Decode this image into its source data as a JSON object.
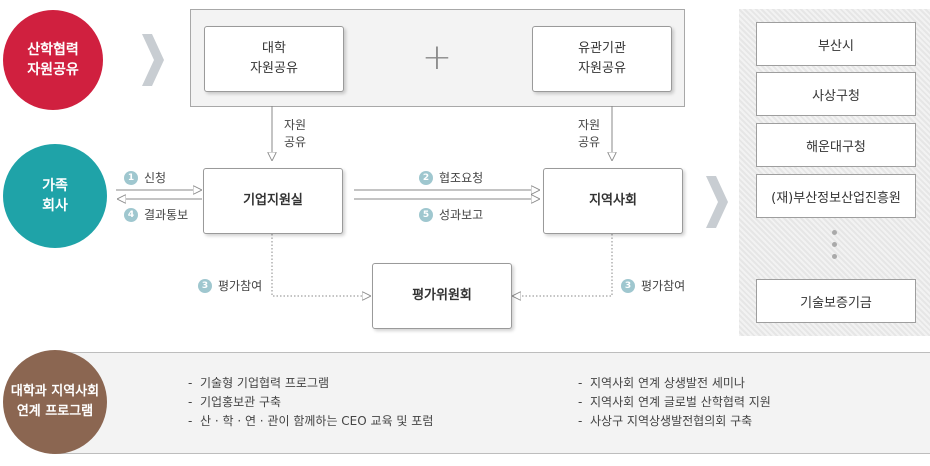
{
  "left_circles": {
    "sharing": {
      "line1": "산학협력",
      "line2": "자원공유",
      "color": "#d0203f"
    },
    "family": {
      "line1": "가족",
      "line2": "회사",
      "color": "#1fa3a8"
    },
    "program": {
      "line1": "대학과 지역사회",
      "line2": "연계 프로그램",
      "color": "#8b6651"
    }
  },
  "top_panel": {
    "univ": {
      "line1": "대학",
      "line2": "자원공유"
    },
    "plus": "+",
    "related": {
      "line1": "유관기관",
      "line2": "자원공유"
    }
  },
  "flow_labels": {
    "resource_left": {
      "line1": "자원",
      "line2": "공유"
    },
    "resource_right": {
      "line1": "자원",
      "line2": "공유"
    },
    "apply": {
      "num": "1",
      "text": "신청"
    },
    "notify": {
      "num": "4",
      "text": "결과통보"
    },
    "cooperate": {
      "num": "2",
      "text": "협조요청"
    },
    "report": {
      "num": "5",
      "text": "성과보고"
    },
    "eval_left": {
      "num": "3",
      "text": "평가참여"
    },
    "eval_right": {
      "num": "3",
      "text": "평가참여"
    }
  },
  "nodes": {
    "support_office": "기업지원실",
    "community": "지역사회",
    "committee": "평가위원회"
  },
  "right_panel": {
    "items": [
      "부산시",
      "사상구청",
      "해운대구청",
      "(재)부산정보산업진흥원",
      "기술보증기금"
    ]
  },
  "programs": {
    "left": [
      "기술형 기업협력 프로그램",
      "기업홍보관 구축",
      "산 · 학 · 연 · 관이 함께하는 CEO 교육 및 포럼"
    ],
    "right": [
      "지역사회 연계 상생발전 세미나",
      "지역사회 연계 글로벌 산학협력 지원",
      "사상구 지역상생발전협의회 구축"
    ],
    "bullet": "-"
  },
  "colors": {
    "arrow": "#c8cdd2",
    "panel_bg": "#f3f3f3",
    "right_panel_bg": "#e6e6e6",
    "num_badge": "#9fc7cf"
  }
}
